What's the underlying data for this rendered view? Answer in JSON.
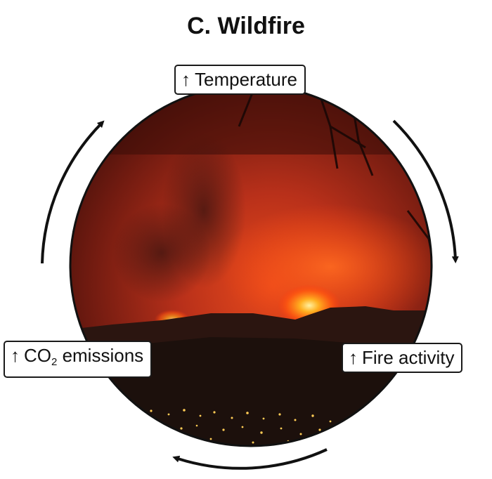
{
  "title": "C. Wildfire",
  "labels": {
    "top": {
      "arrow": "↑",
      "text": "Temperature"
    },
    "right": {
      "arrow": "↑",
      "text": "Fire activity"
    },
    "left": {
      "arrow": "↑",
      "text_pre": "CO",
      "sub": "2",
      "text_post": " emissions"
    }
  },
  "photo": {
    "description_icon": "wildfire-night-photo",
    "colors": {
      "sky_glow": "#c0331a",
      "flame": "#ffb020",
      "ridge": "#2a1510",
      "city_light": "#ffcc55"
    }
  },
  "cycle": {
    "direction": "clockwise",
    "arrow_color": "#111111"
  }
}
